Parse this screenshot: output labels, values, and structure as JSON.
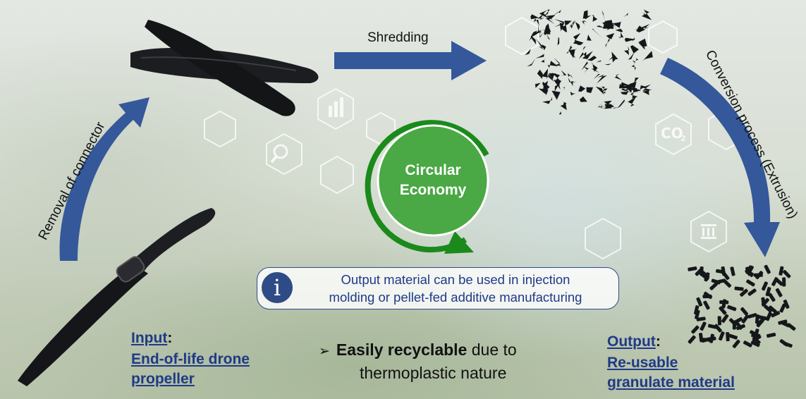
{
  "steps": {
    "removal": "Removal of connector",
    "shredding": "Shredding",
    "conversion": "Conversion process (Extrusion)"
  },
  "center": {
    "line1": "Circular",
    "line2": "Economy"
  },
  "info": {
    "icon": "i",
    "line1": "Output material can be used in injection",
    "line2": "molding or pellet-fed additive manufacturing"
  },
  "input": {
    "title": "Input",
    "colon": ":",
    "line1": "End-of-life drone",
    "line2": "propeller"
  },
  "output": {
    "title": "Output",
    "colon": ":",
    "line1": "Re-usable",
    "line2": "granulate material"
  },
  "note": {
    "bullet": "➢",
    "bold": "Easily recyclable",
    "rest1": " due to",
    "line2": "thermoplastic nature"
  },
  "colors": {
    "arrow": "#34589a",
    "circle_fill": "#4aa845",
    "ring": "#1b8a1b",
    "text_blue": "#1f3a86"
  }
}
